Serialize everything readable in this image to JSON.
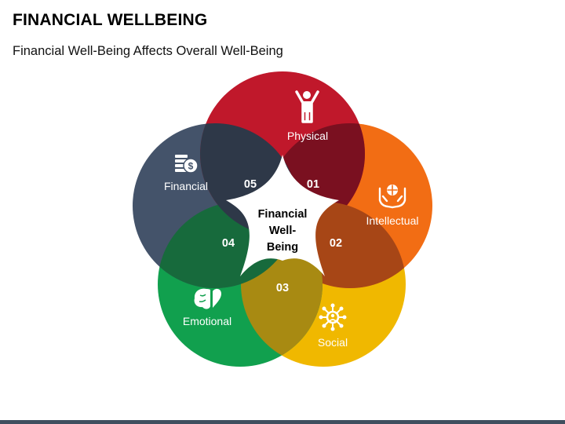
{
  "title": "FINANCIAL WELLBEING",
  "subtitle": "Financial Well-Being Affects Overall Well-Being",
  "center": {
    "line1": "Financial",
    "line2": "Well-",
    "line3": "Being"
  },
  "segments": [
    {
      "id": "physical",
      "label": "Physical",
      "number": "01",
      "color": "#c0182b",
      "overlap_color": "#7a1020",
      "icon": "person-arms-up-icon"
    },
    {
      "id": "intellectual",
      "label": "Intellectual",
      "number": "02",
      "color": "#f26d14",
      "overlap_color": "#a74616",
      "icon": "brain-in-hands-icon"
    },
    {
      "id": "social",
      "label": "Social",
      "number": "03",
      "color": "#f0b800",
      "overlap_color": "#a88a12",
      "icon": "network-people-icon"
    },
    {
      "id": "emotional",
      "label": "Emotional",
      "number": "04",
      "color": "#11a04e",
      "overlap_color": "#176a3c",
      "icon": "brain-heart-icon"
    },
    {
      "id": "financial",
      "label": "Financial",
      "number": "05",
      "color": "#44536a",
      "overlap_color": "#2e3848",
      "icon": "money-stack-icon"
    }
  ],
  "colors": {
    "bottom_bar": "#3f4f5f"
  }
}
